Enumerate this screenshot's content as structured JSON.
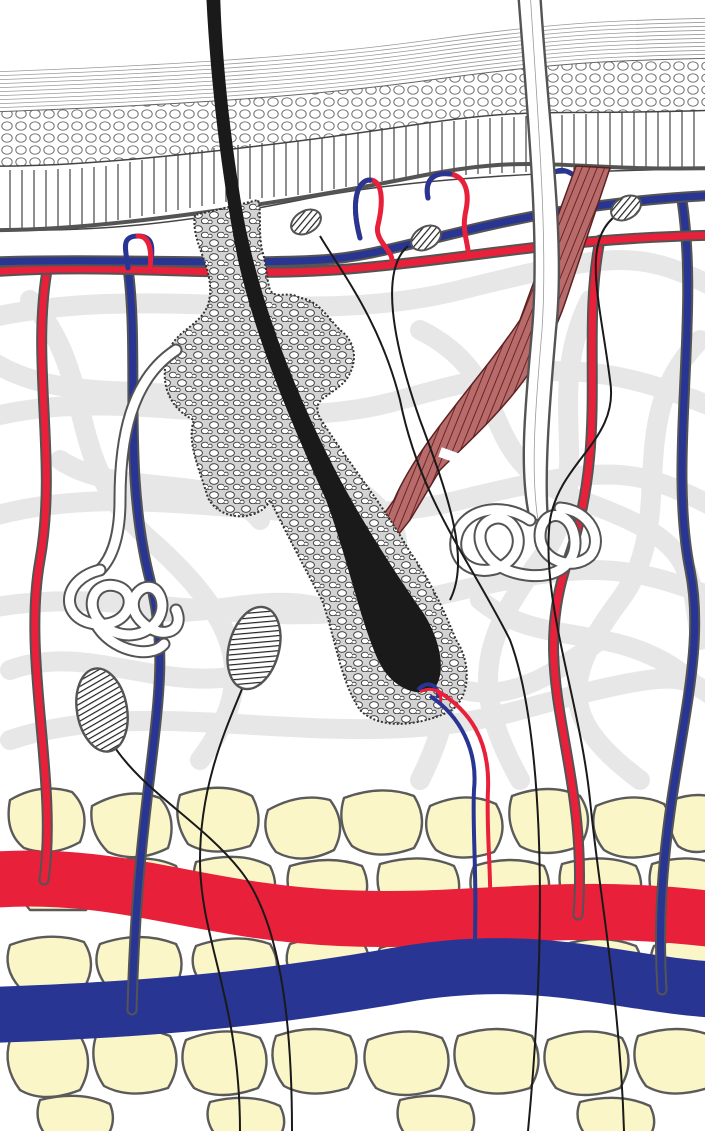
{
  "diagram": {
    "subject": "skin-cross-section",
    "labels_shown": [],
    "colors": {
      "artery": "#e8203a",
      "vein": "#283593",
      "outline": "#545454",
      "fat": "#fbf6c8",
      "collagen": "#e6e6e6",
      "hair": "#1a1a1a",
      "gland": "#d3d3d3",
      "muscle": "#a85a5a",
      "nerve": "#1a1a1a",
      "sweat_duct": "#ffffff",
      "epidermis_line": "#666666"
    },
    "structures": [
      {
        "name": "epidermis",
        "icon": "layered-cells"
      },
      {
        "name": "dermis-collagen-fibers",
        "icon": "fiber-mesh"
      },
      {
        "name": "hypodermis-fat-lobules",
        "icon": "fat-cells"
      },
      {
        "name": "hair-shaft-dark",
        "icon": "hair"
      },
      {
        "name": "hair-shaft-white",
        "icon": "hair"
      },
      {
        "name": "sebaceous-gland",
        "icon": "gland"
      },
      {
        "name": "arrector-pili-muscle",
        "icon": "muscle"
      },
      {
        "name": "sweat-gland",
        "icon": "coiled-tube"
      },
      {
        "name": "artery",
        "icon": "red-vessel"
      },
      {
        "name": "vein",
        "icon": "blue-vessel"
      },
      {
        "name": "capillary-loop",
        "icon": "loop"
      },
      {
        "name": "meissner-corpuscle",
        "icon": "small-oval-receptor"
      },
      {
        "name": "pacinian-corpuscle",
        "icon": "large-oval-receptor"
      },
      {
        "name": "nerve-fiber",
        "icon": "thin-line"
      }
    ]
  }
}
